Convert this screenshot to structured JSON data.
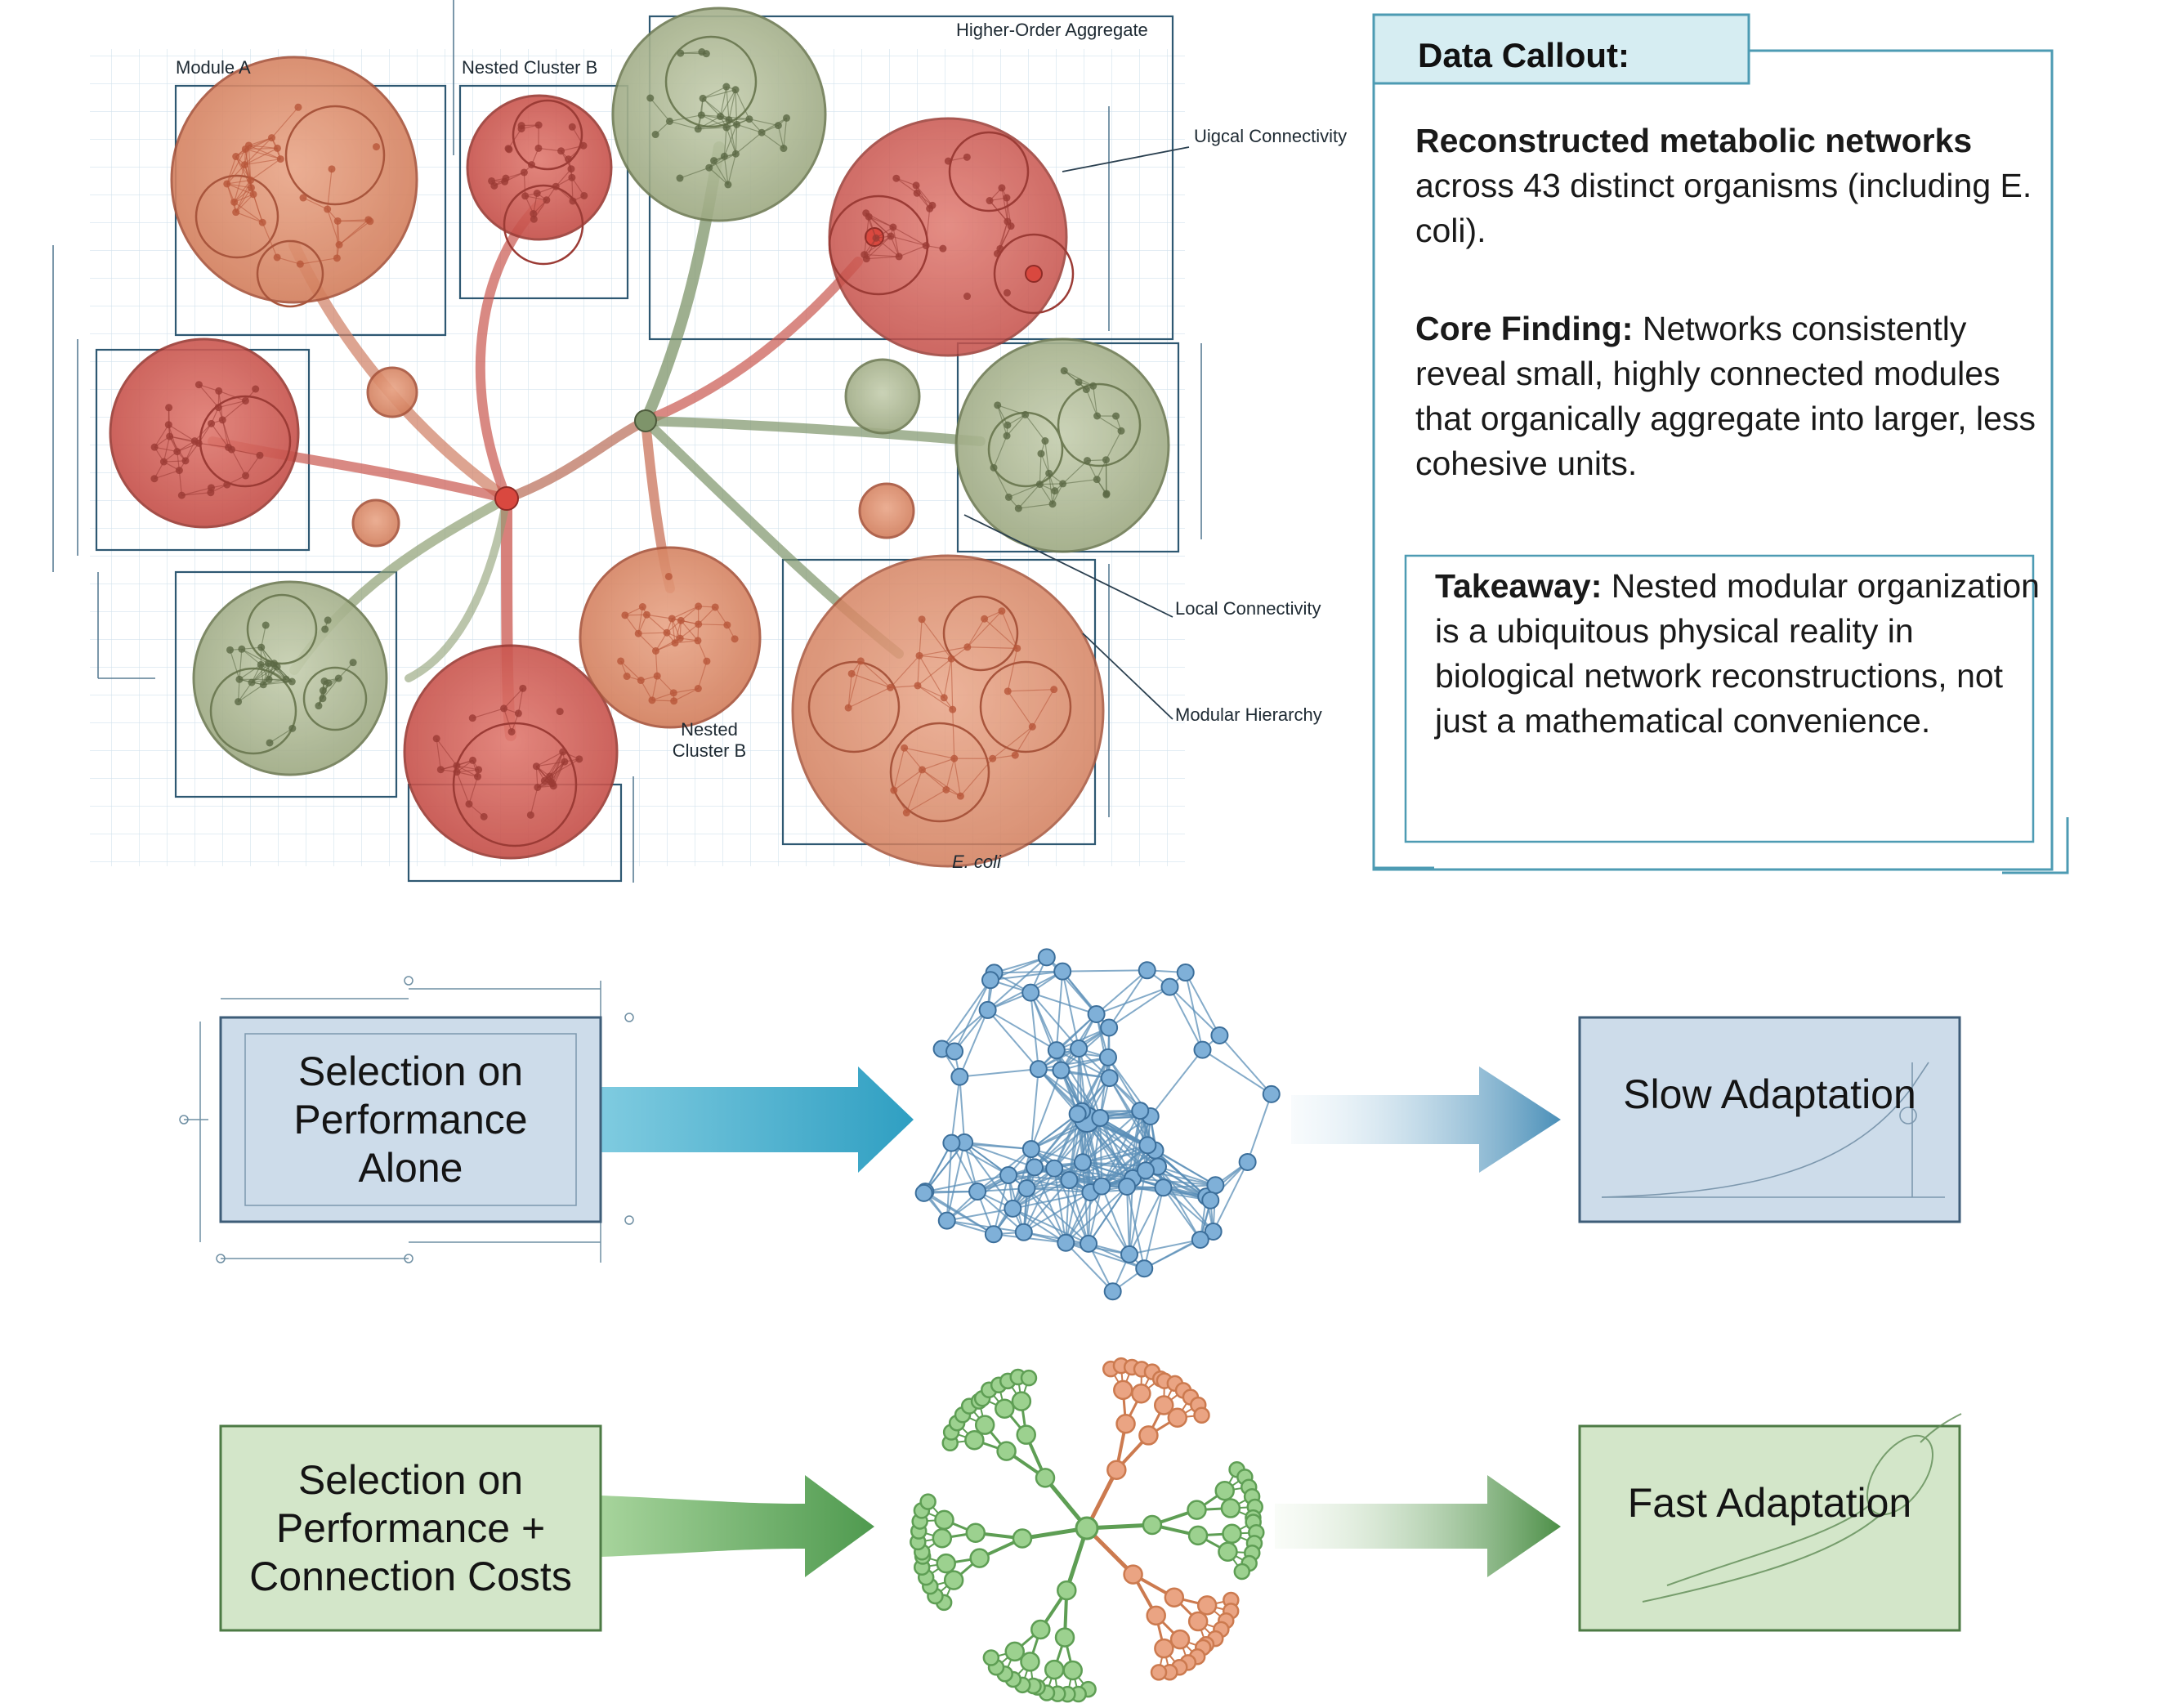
{
  "blueprint": {
    "labels": {
      "module_a": "Module A",
      "nested_cluster_b_top": "Nested Cluster B",
      "higher_order_aggregate": "Higher-Order Aggregate",
      "uigcal_connectivity": "Uigcal Connectivity",
      "local_connectivity": "Local Connectivity",
      "modular_hierarchy": "Modular Hierarchy",
      "nested_cluster_b_bottom": "Nested Cluster B",
      "e_coli": "E. coli"
    }
  },
  "callout": {
    "title": "Data Callout:",
    "p1_bold": "Reconstructed metabolic networks",
    "p1_text": " across 43 distinct organisms (including E. coli).",
    "p2_bold": "Core Finding:",
    "p2_text": " Networks consistently reveal small, highly connected modules that organically aggregate into larger, less cohesive units.",
    "p3_bold": "Takeaway:",
    "p3_text": " Nested modular organization is a ubiquitous physical reality in biological network reconstructions, not just a mathematical convenience."
  },
  "flows": [
    {
      "input": "Selection on Performance Alone",
      "output": "Slow Adaptation",
      "network": "dense tangled network",
      "colors": {
        "box": "#cddcea",
        "border": "#3e5d78",
        "arrow": "#3aa9c8",
        "net": "#4f89b8"
      }
    },
    {
      "input": "Selection on Performance + Connection Costs",
      "output": "Fast Adaptation",
      "network": "modular tree network",
      "colors": {
        "box": "#d3e6c9",
        "border": "#4c7a44",
        "arrow": "#5aa55a",
        "net_green": "#5e9e54",
        "net_orange": "#cc7a4f"
      }
    }
  ],
  "palette": {
    "grid": "#b7cfe0",
    "frame": "#2e5872",
    "orange": "#d9896a",
    "red": "#c9574f",
    "olive": "#8e9f73"
  }
}
